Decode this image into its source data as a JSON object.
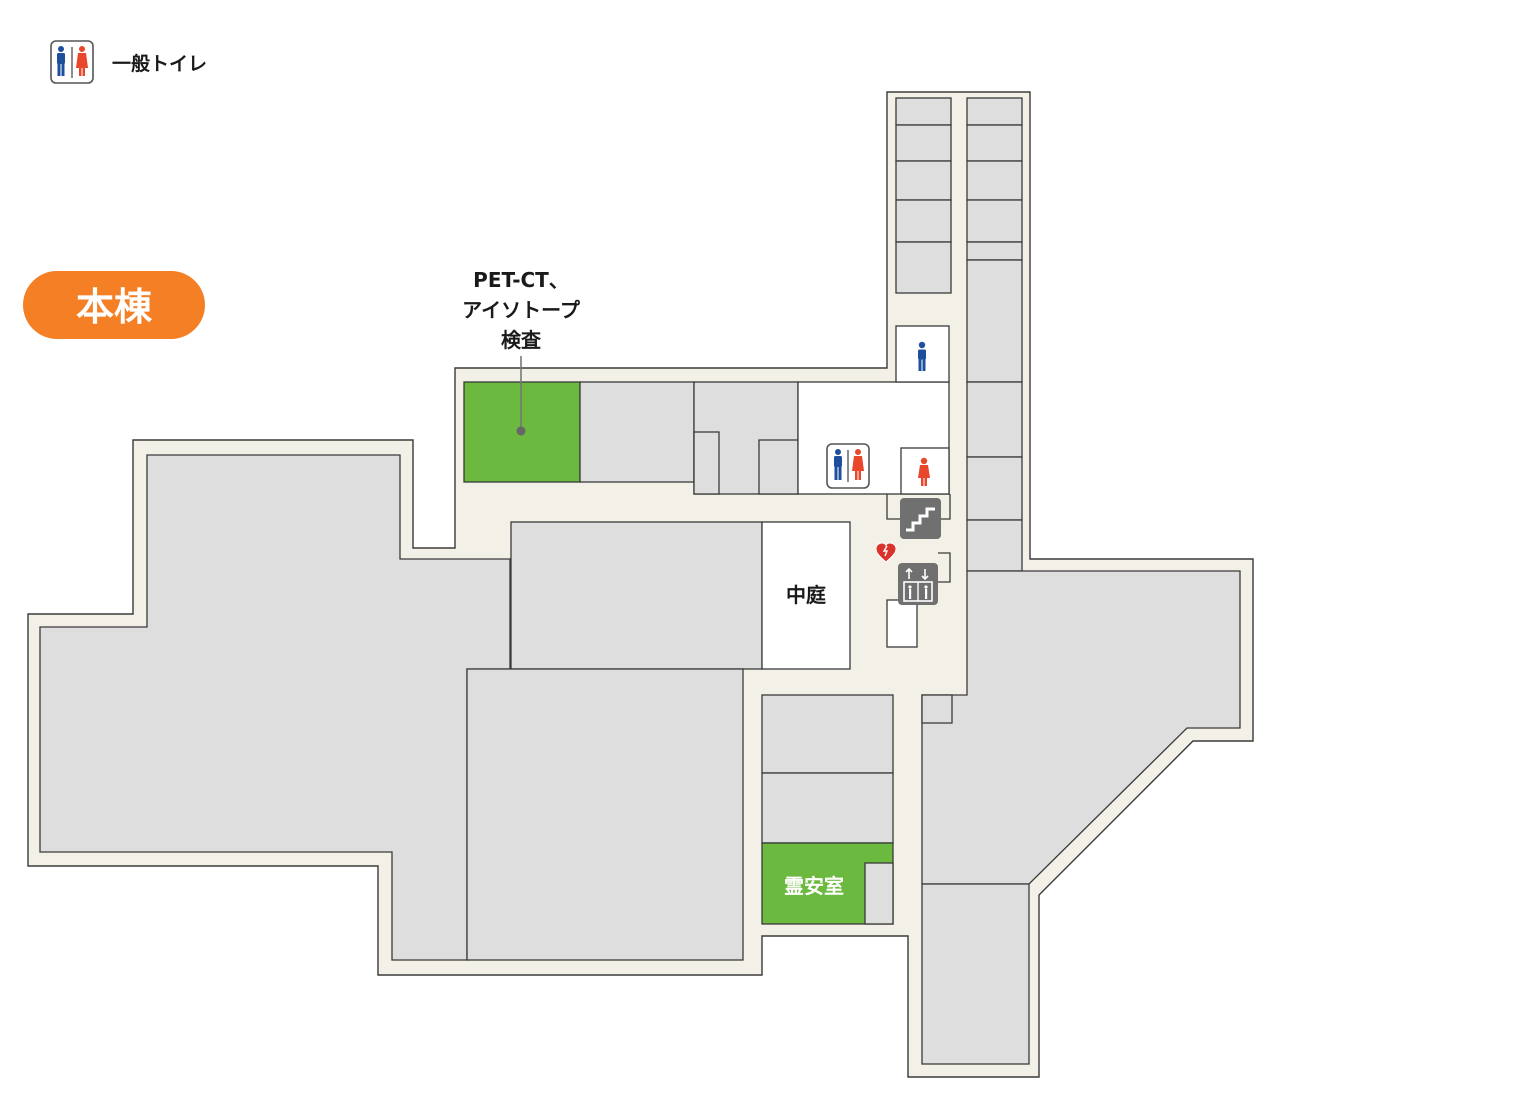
{
  "legend": {
    "restroom_label": "一般トイレ",
    "restroom_icon": "restroom-icon"
  },
  "building": {
    "name": "本棟",
    "badge_color": "#f47f24"
  },
  "rooms": {
    "pet_ct_line1": "PET-CT、",
    "pet_ct_line2": "アイソトープ",
    "pet_ct_line3": "検査",
    "courtyard": "中庭",
    "mortuary": "霊安室"
  },
  "icons": {
    "male_toilet": "male-toilet-icon",
    "female_toilet": "female-toilet-icon",
    "stairs": "stairs-icon",
    "elevator": "elevator-icon",
    "aed": "aed-icon"
  },
  "colors": {
    "highlight_room": "#6cb93f",
    "corridor": "#f3f0e7",
    "room": "#dedede",
    "male": "#1d4f9c",
    "female": "#e8472b",
    "icon_gray": "#707070"
  }
}
